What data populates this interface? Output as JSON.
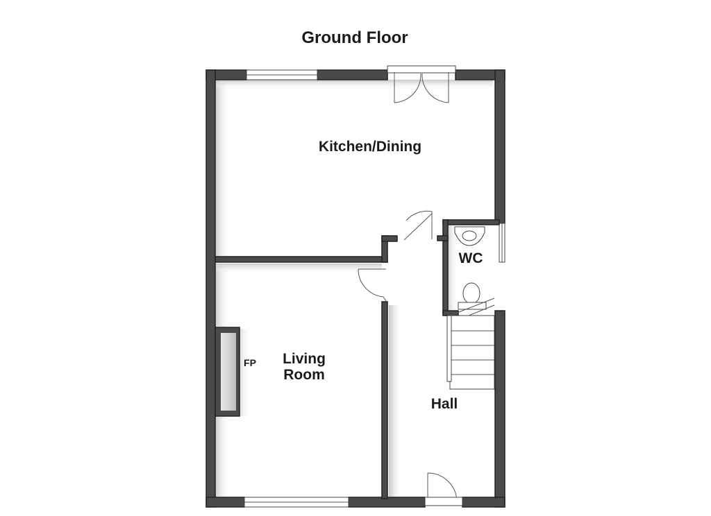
{
  "title": "Ground Floor",
  "rooms": {
    "kitchen": "Kitchen/Dining",
    "wc": "WC",
    "living_line1": "Living",
    "living_line2": "Room",
    "fireplace": "FP",
    "hall": "Hall"
  },
  "colors": {
    "wall": "#4a4a4a",
    "shadow": "#cfcfcf",
    "background": "#ffffff"
  }
}
